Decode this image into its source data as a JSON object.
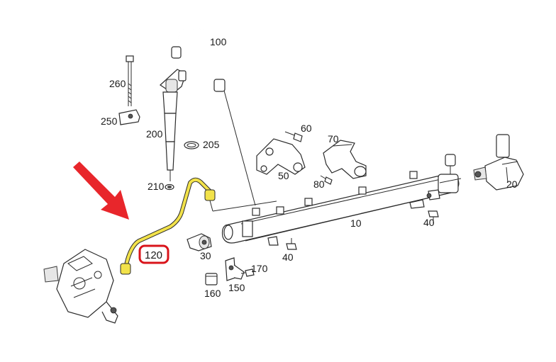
{
  "colors": {
    "highlight_pipe": "#f2e24a",
    "highlight_ring": "#d9141b",
    "arrow": "#e8262b",
    "line": "#2b2b2b"
  },
  "parts": {
    "p100": "100",
    "p260": "260",
    "p250": "250",
    "p200": "200",
    "p205": "205",
    "p210": "210",
    "p60": "60",
    "p70": "70",
    "p50": "50",
    "p80": "80",
    "p20": "20",
    "p40a": "40",
    "p10": "10",
    "p40b": "40",
    "p120": "120",
    "p30": "30",
    "p170": "170",
    "p160": "160",
    "p150": "150"
  }
}
